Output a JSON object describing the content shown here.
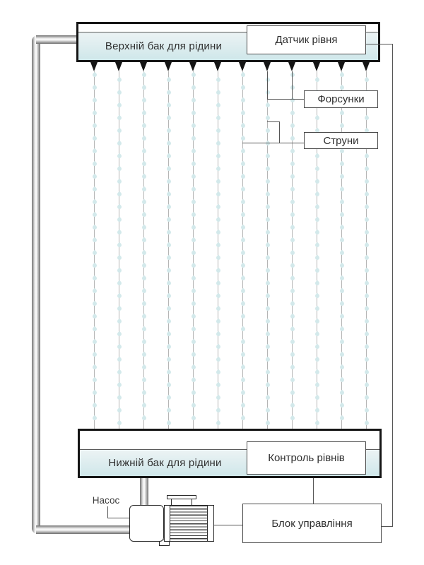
{
  "diagram": {
    "type": "schematic",
    "subject": "water-curtain liquid circulation system",
    "labels": {
      "upper_tank": "Верхній бак для рідини",
      "level_sensor": "Датчик рівня",
      "nozzles": "Форсунки",
      "strings": "Струни",
      "lower_tank": "Нижній бак для рідини",
      "level_control": "Контроль рівнів",
      "pump": "Насос",
      "control_unit": "Блок управління"
    },
    "structure": {
      "nozzle_count": 12,
      "droplets_per_string": 28
    },
    "colors": {
      "droplet": "#d3e9eb",
      "tank_band_top": "#ecf3f4",
      "tank_band_bottom": "#cfe7ea",
      "tank_border": "#151515",
      "box_border": "#4a4a4a",
      "connector_line": "#555555",
      "nozzle": "#141414",
      "text": "#2b2b2b"
    }
  }
}
